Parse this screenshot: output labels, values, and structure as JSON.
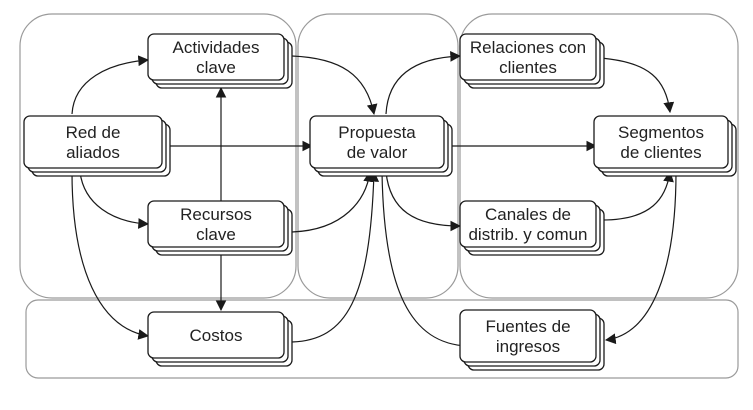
{
  "colors": {
    "stroke": "#1a1a1a",
    "region_stroke": "#9a9a9a",
    "box_fill": "#ffffff",
    "text": "#222222"
  },
  "nodes": {
    "actividades": {
      "lines": [
        "Actividades",
        "clave"
      ]
    },
    "red": {
      "lines": [
        "Red de",
        "aliados"
      ]
    },
    "recursos": {
      "lines": [
        "Recursos",
        "clave"
      ]
    },
    "costos": {
      "lines": [
        "Costos"
      ]
    },
    "propuesta": {
      "lines": [
        "Propuesta",
        "de valor"
      ]
    },
    "relaciones": {
      "lines": [
        "Relaciones con",
        "clientes"
      ]
    },
    "segmentos": {
      "lines": [
        "Segmentos",
        "de clientes"
      ]
    },
    "canales": {
      "lines": [
        "Canales de",
        "distrib. y comun"
      ]
    },
    "fuentes": {
      "lines": [
        "Fuentes de",
        "ingresos"
      ]
    }
  }
}
